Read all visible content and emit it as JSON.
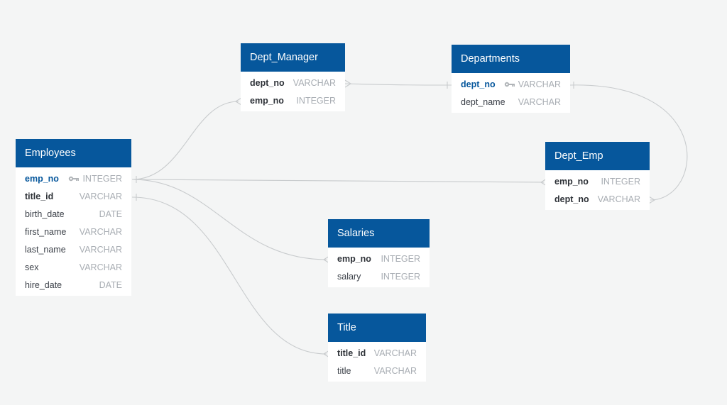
{
  "colors": {
    "header": "#06579c",
    "background": "#f4f5f5",
    "pk_text": "#06579c",
    "type_text": "#a8adb3",
    "link": "#c8cbcd"
  },
  "tables": {
    "employees": {
      "title": "Employees",
      "columns": [
        {
          "name": "emp_no",
          "type": "INTEGER",
          "key": "pk"
        },
        {
          "name": "title_id",
          "type": "VARCHAR",
          "key": "fk"
        },
        {
          "name": "birth_date",
          "type": "DATE",
          "key": ""
        },
        {
          "name": "first_name",
          "type": "VARCHAR",
          "key": ""
        },
        {
          "name": "last_name",
          "type": "VARCHAR",
          "key": ""
        },
        {
          "name": "sex",
          "type": "VARCHAR",
          "key": ""
        },
        {
          "name": "hire_date",
          "type": "DATE",
          "key": ""
        }
      ]
    },
    "dept_manager": {
      "title": "Dept_Manager",
      "columns": [
        {
          "name": "dept_no",
          "type": "VARCHAR",
          "key": "fk"
        },
        {
          "name": "emp_no",
          "type": "INTEGER",
          "key": "fk"
        }
      ]
    },
    "departments": {
      "title": "Departments",
      "columns": [
        {
          "name": "dept_no",
          "type": "VARCHAR",
          "key": "pk"
        },
        {
          "name": "dept_name",
          "type": "VARCHAR",
          "key": ""
        }
      ]
    },
    "dept_emp": {
      "title": "Dept_Emp",
      "columns": [
        {
          "name": "emp_no",
          "type": "INTEGER",
          "key": "fk"
        },
        {
          "name": "dept_no",
          "type": "VARCHAR",
          "key": "fk"
        }
      ]
    },
    "salaries": {
      "title": "Salaries",
      "columns": [
        {
          "name": "emp_no",
          "type": "INTEGER",
          "key": "fk"
        },
        {
          "name": "salary",
          "type": "INTEGER",
          "key": ""
        }
      ]
    },
    "title": {
      "title": "Title",
      "columns": [
        {
          "name": "title_id",
          "type": "VARCHAR",
          "key": "fk"
        },
        {
          "name": "title",
          "type": "VARCHAR",
          "key": ""
        }
      ]
    }
  },
  "relationships": [
    {
      "from": "employees.emp_no",
      "to": "dept_manager.emp_no",
      "cardinality": "one-to-many"
    },
    {
      "from": "employees.emp_no",
      "to": "dept_emp.emp_no",
      "cardinality": "one-to-many"
    },
    {
      "from": "employees.emp_no",
      "to": "salaries.emp_no",
      "cardinality": "one-to-many"
    },
    {
      "from": "employees.title_id",
      "to": "title.title_id",
      "cardinality": "one-to-many"
    },
    {
      "from": "departments.dept_no",
      "to": "dept_manager.dept_no",
      "cardinality": "one-to-many"
    },
    {
      "from": "departments.dept_no",
      "to": "dept_emp.dept_no",
      "cardinality": "one-to-many"
    }
  ]
}
